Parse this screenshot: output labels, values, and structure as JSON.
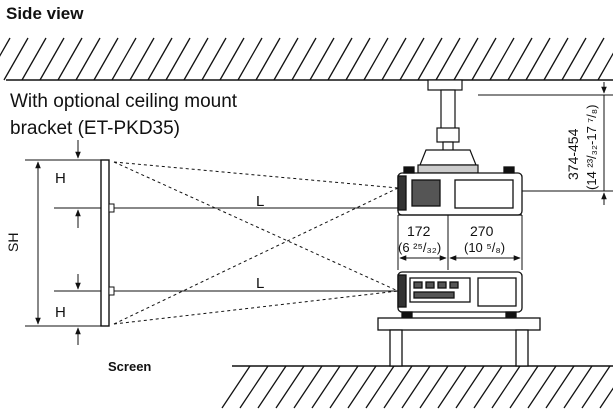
{
  "title": "Side view",
  "caption_lines": [
    "With optional ceiling mount",
    "bracket (ET-PKD35)"
  ],
  "labels": {
    "H": "H",
    "SH": "SH",
    "L": "L",
    "screen": "Screen"
  },
  "dimensions": {
    "mount_range": "374-454",
    "mount_range_in": "(14 ²³/₃₂-17 ⁷/₈)",
    "dim_172": "172",
    "dim_172_in": "(6 ²⁵/₃₂)",
    "dim_270": "270",
    "dim_270_in": "(10 ⁵/₈)"
  }
}
